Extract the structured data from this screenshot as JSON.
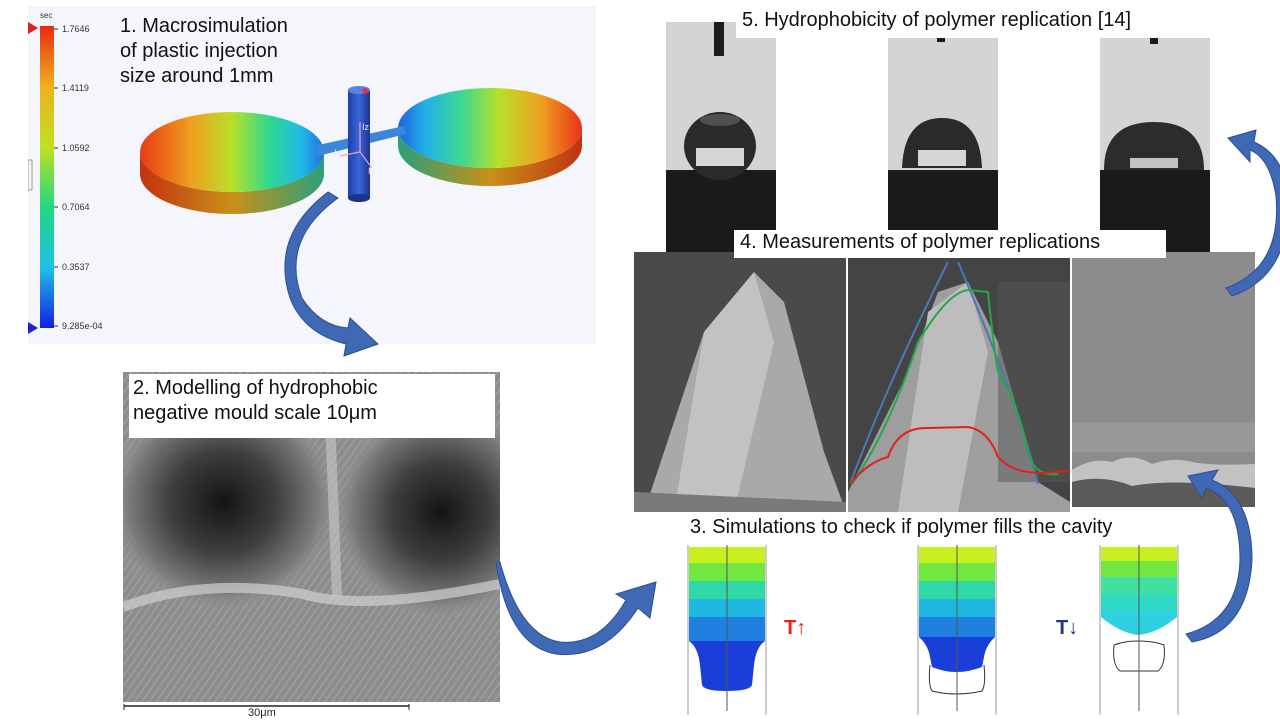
{
  "captions": {
    "c1": "1. Macrosimulation\nof plastic injection\nsize around 1mm",
    "c2": "2. Modelling of hydrophobic\nnegative mould scale 10μm",
    "c3": "3. Simulations to check if polymer fills the cavity",
    "c4": "4. Measurements of polymer replications",
    "c5": "5. Hydrophobicity of polymer replication [14]"
  },
  "colorbar": {
    "unit": "sec",
    "ticks": [
      "1.7646",
      "1.4119",
      "1.0592",
      "0.7064",
      "0.3537",
      "9.285e-04"
    ]
  },
  "axis_labels": {
    "ix": "Ix",
    "iy": "Iy",
    "iz": "Iz"
  },
  "scale_bar": "30μm",
  "temp_labels": {
    "up": "T↑",
    "down": "T↓"
  },
  "colors": {
    "temp_up": "#e8211f",
    "temp_down": "#1f3a6e",
    "arrow": "#3f68b5",
    "line_blue": "#4a78b8",
    "line_green": "#20a849",
    "line_red": "#e32018"
  }
}
